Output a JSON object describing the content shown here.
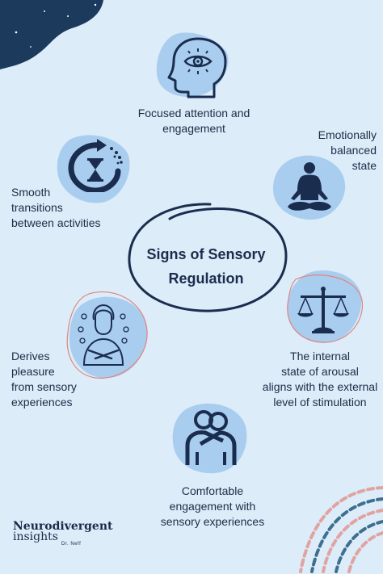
{
  "title": {
    "line1": "Signs of Sensory",
    "line2": "Regulation"
  },
  "items": [
    {
      "line1": "Focused attention and",
      "line2": "engagement"
    },
    {
      "line1": "Emotionally",
      "line2": "balanced",
      "line3": "state"
    },
    {
      "line1": "Smooth",
      "line2": "transitions",
      "line3": "between activities"
    },
    {
      "line1": "The internal",
      "line2": "state of arousal",
      "line3": "aligns with the external",
      "line4": "level of stimulation"
    },
    {
      "line1": "Derives",
      "line2": "pleasure",
      "line3": "from sensory",
      "line4": "experiences"
    },
    {
      "line1": "Comfortable",
      "line2": "engagement with",
      "line3": "sensory experiences"
    }
  ],
  "brand": {
    "name_line1": "Neurodivergent",
    "name_line2": "insights",
    "byline": "Dr. Neff"
  },
  "icons": [
    "eye-mind-icon",
    "meditation-icon",
    "hourglass-cycle-icon",
    "scales-icon",
    "self-hug-icon",
    "hug-icon"
  ],
  "colors": {
    "background": "#dcecf9",
    "blob": "#a9cdef",
    "icon": "#1b2d4f",
    "accent_red": "#e0857f",
    "dark_corner": "#1b3a5c"
  }
}
